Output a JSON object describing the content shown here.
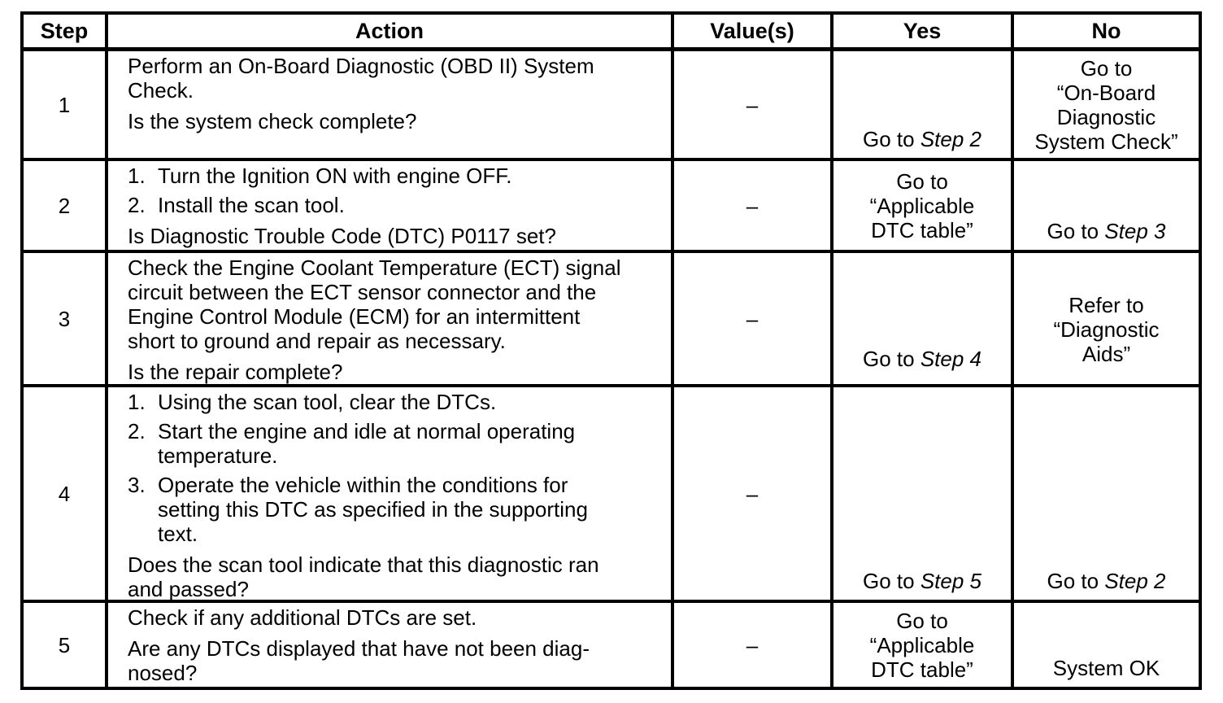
{
  "header": {
    "step": "Step",
    "action": "Action",
    "values": "Value(s)",
    "yes": "Yes",
    "no": "No"
  },
  "rows": [
    {
      "step": "1",
      "action": [
        {
          "type": "para",
          "lines": [
            "Perform an On-Board Diagnostic (OBD II) System",
            "Check."
          ]
        },
        {
          "type": "question",
          "lines": [
            "Is the system check complete?"
          ]
        }
      ],
      "value": "–",
      "yes": {
        "lines": [
          [
            {
              "t": "Go to "
            },
            {
              "t": "Step 2",
              "i": true
            }
          ]
        ]
      },
      "no": {
        "lines": [
          [
            {
              "t": "Go to"
            }
          ],
          [
            {
              "t": "“On-Board"
            }
          ],
          [
            {
              "t": "Diagnostic"
            }
          ],
          [
            {
              "t": "System Check”"
            }
          ]
        ]
      }
    },
    {
      "step": "2",
      "action": [
        {
          "type": "list",
          "items": [
            [
              "Turn the Ignition ON with engine OFF."
            ],
            [
              "Install the scan tool."
            ]
          ]
        },
        {
          "type": "question",
          "lines": [
            "Is Diagnostic Trouble Code (DTC) P0117 set?"
          ]
        }
      ],
      "value": "–",
      "yes": {
        "lines": [
          [
            {
              "t": "Go to"
            }
          ],
          [
            {
              "t": "“Applicable"
            }
          ],
          [
            {
              "t": "DTC table”"
            }
          ]
        ]
      },
      "no": {
        "lines": [
          [
            {
              "t": "Go to "
            },
            {
              "t": "Step 3",
              "i": true
            }
          ]
        ]
      }
    },
    {
      "step": "3",
      "action": [
        {
          "type": "para",
          "lines": [
            "Check the Engine Coolant Temperature (ECT) signal",
            "circuit between the ECT sensor connector and the",
            "Engine Control Module (ECM) for an intermittent",
            "short to ground and repair as necessary."
          ]
        },
        {
          "type": "question",
          "lines": [
            "Is the repair complete?"
          ]
        }
      ],
      "value": "–",
      "yes": {
        "lines": [
          [
            {
              "t": "Go to "
            },
            {
              "t": "Step 4",
              "i": true
            }
          ]
        ]
      },
      "no": {
        "lines": [
          [
            {
              "t": "Refer to"
            }
          ],
          [
            {
              "t": "“Diagnostic"
            }
          ],
          [
            {
              "t": "Aids”"
            }
          ]
        ]
      }
    },
    {
      "step": "4",
      "action": [
        {
          "type": "list",
          "items": [
            [
              "Using the scan tool, clear the DTCs."
            ],
            [
              "Start the engine and idle at normal operating",
              "temperature."
            ],
            [
              "Operate the vehicle within the conditions for",
              "setting this DTC as specified in the supporting",
              "text."
            ]
          ]
        },
        {
          "type": "question",
          "lines": [
            "Does the scan tool indicate that this diagnostic ran",
            "and passed?"
          ]
        }
      ],
      "value": "–",
      "yes": {
        "lines": [
          [
            {
              "t": "Go to "
            },
            {
              "t": "Step 5",
              "i": true
            }
          ]
        ]
      },
      "no": {
        "lines": [
          [
            {
              "t": "Go to "
            },
            {
              "t": "Step 2",
              "i": true
            }
          ]
        ]
      }
    },
    {
      "step": "5",
      "action": [
        {
          "type": "para",
          "lines": [
            "Check if any additional DTCs are set."
          ]
        },
        {
          "type": "question",
          "lines": [
            "Are any DTCs displayed that have not been diag-",
            "nosed?"
          ]
        }
      ],
      "value": "–",
      "yes": {
        "lines": [
          [
            {
              "t": "Go to"
            }
          ],
          [
            {
              "t": "“Applicable"
            }
          ],
          [
            {
              "t": "DTC table”"
            }
          ]
        ]
      },
      "no": {
        "lines": [
          [
            {
              "t": "System OK"
            }
          ]
        ]
      }
    }
  ],
  "colors": {
    "ink": "#000000",
    "paper": "#ffffff"
  }
}
